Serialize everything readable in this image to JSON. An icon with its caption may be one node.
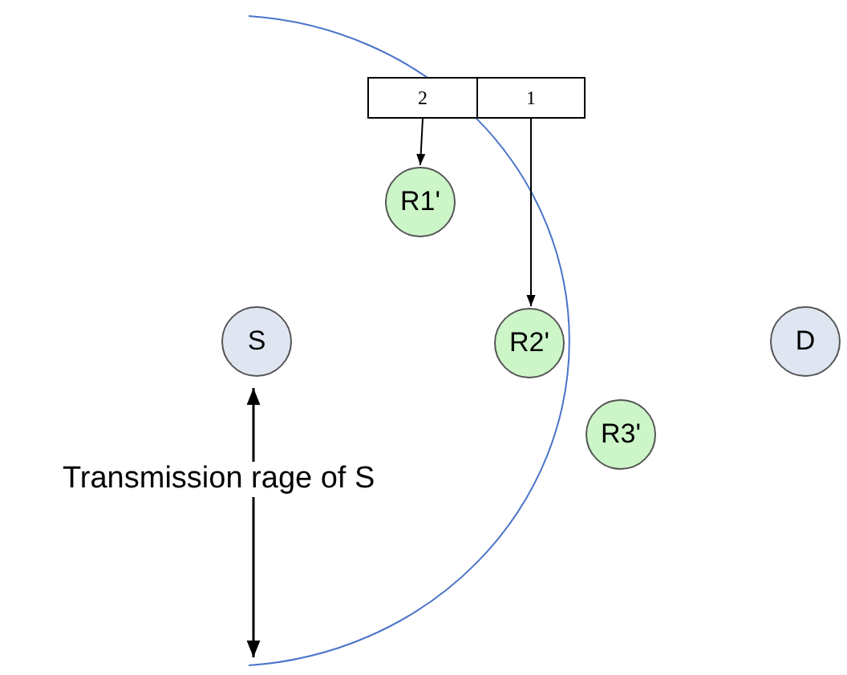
{
  "diagram": {
    "nodes": [
      {
        "text": [
          "2"
        ]
      },
      {
        "text": [
          "1"
        ]
      },
      {
        "text": [
          "R1'"
        ]
      },
      {
        "text": [
          "S"
        ]
      },
      {
        "text": [
          "R2'"
        ]
      },
      {
        "text": [
          "D"
        ]
      },
      {
        "text": [
          "R3'"
        ]
      }
    ],
    "edges": [
      {
        "from": 0,
        "to": 2,
        "arrow": "to"
      },
      {
        "from": 1,
        "to": 4,
        "arrow": "to"
      }
    ],
    "labels": [
      "Transmission rage of S"
    ]
  }
}
